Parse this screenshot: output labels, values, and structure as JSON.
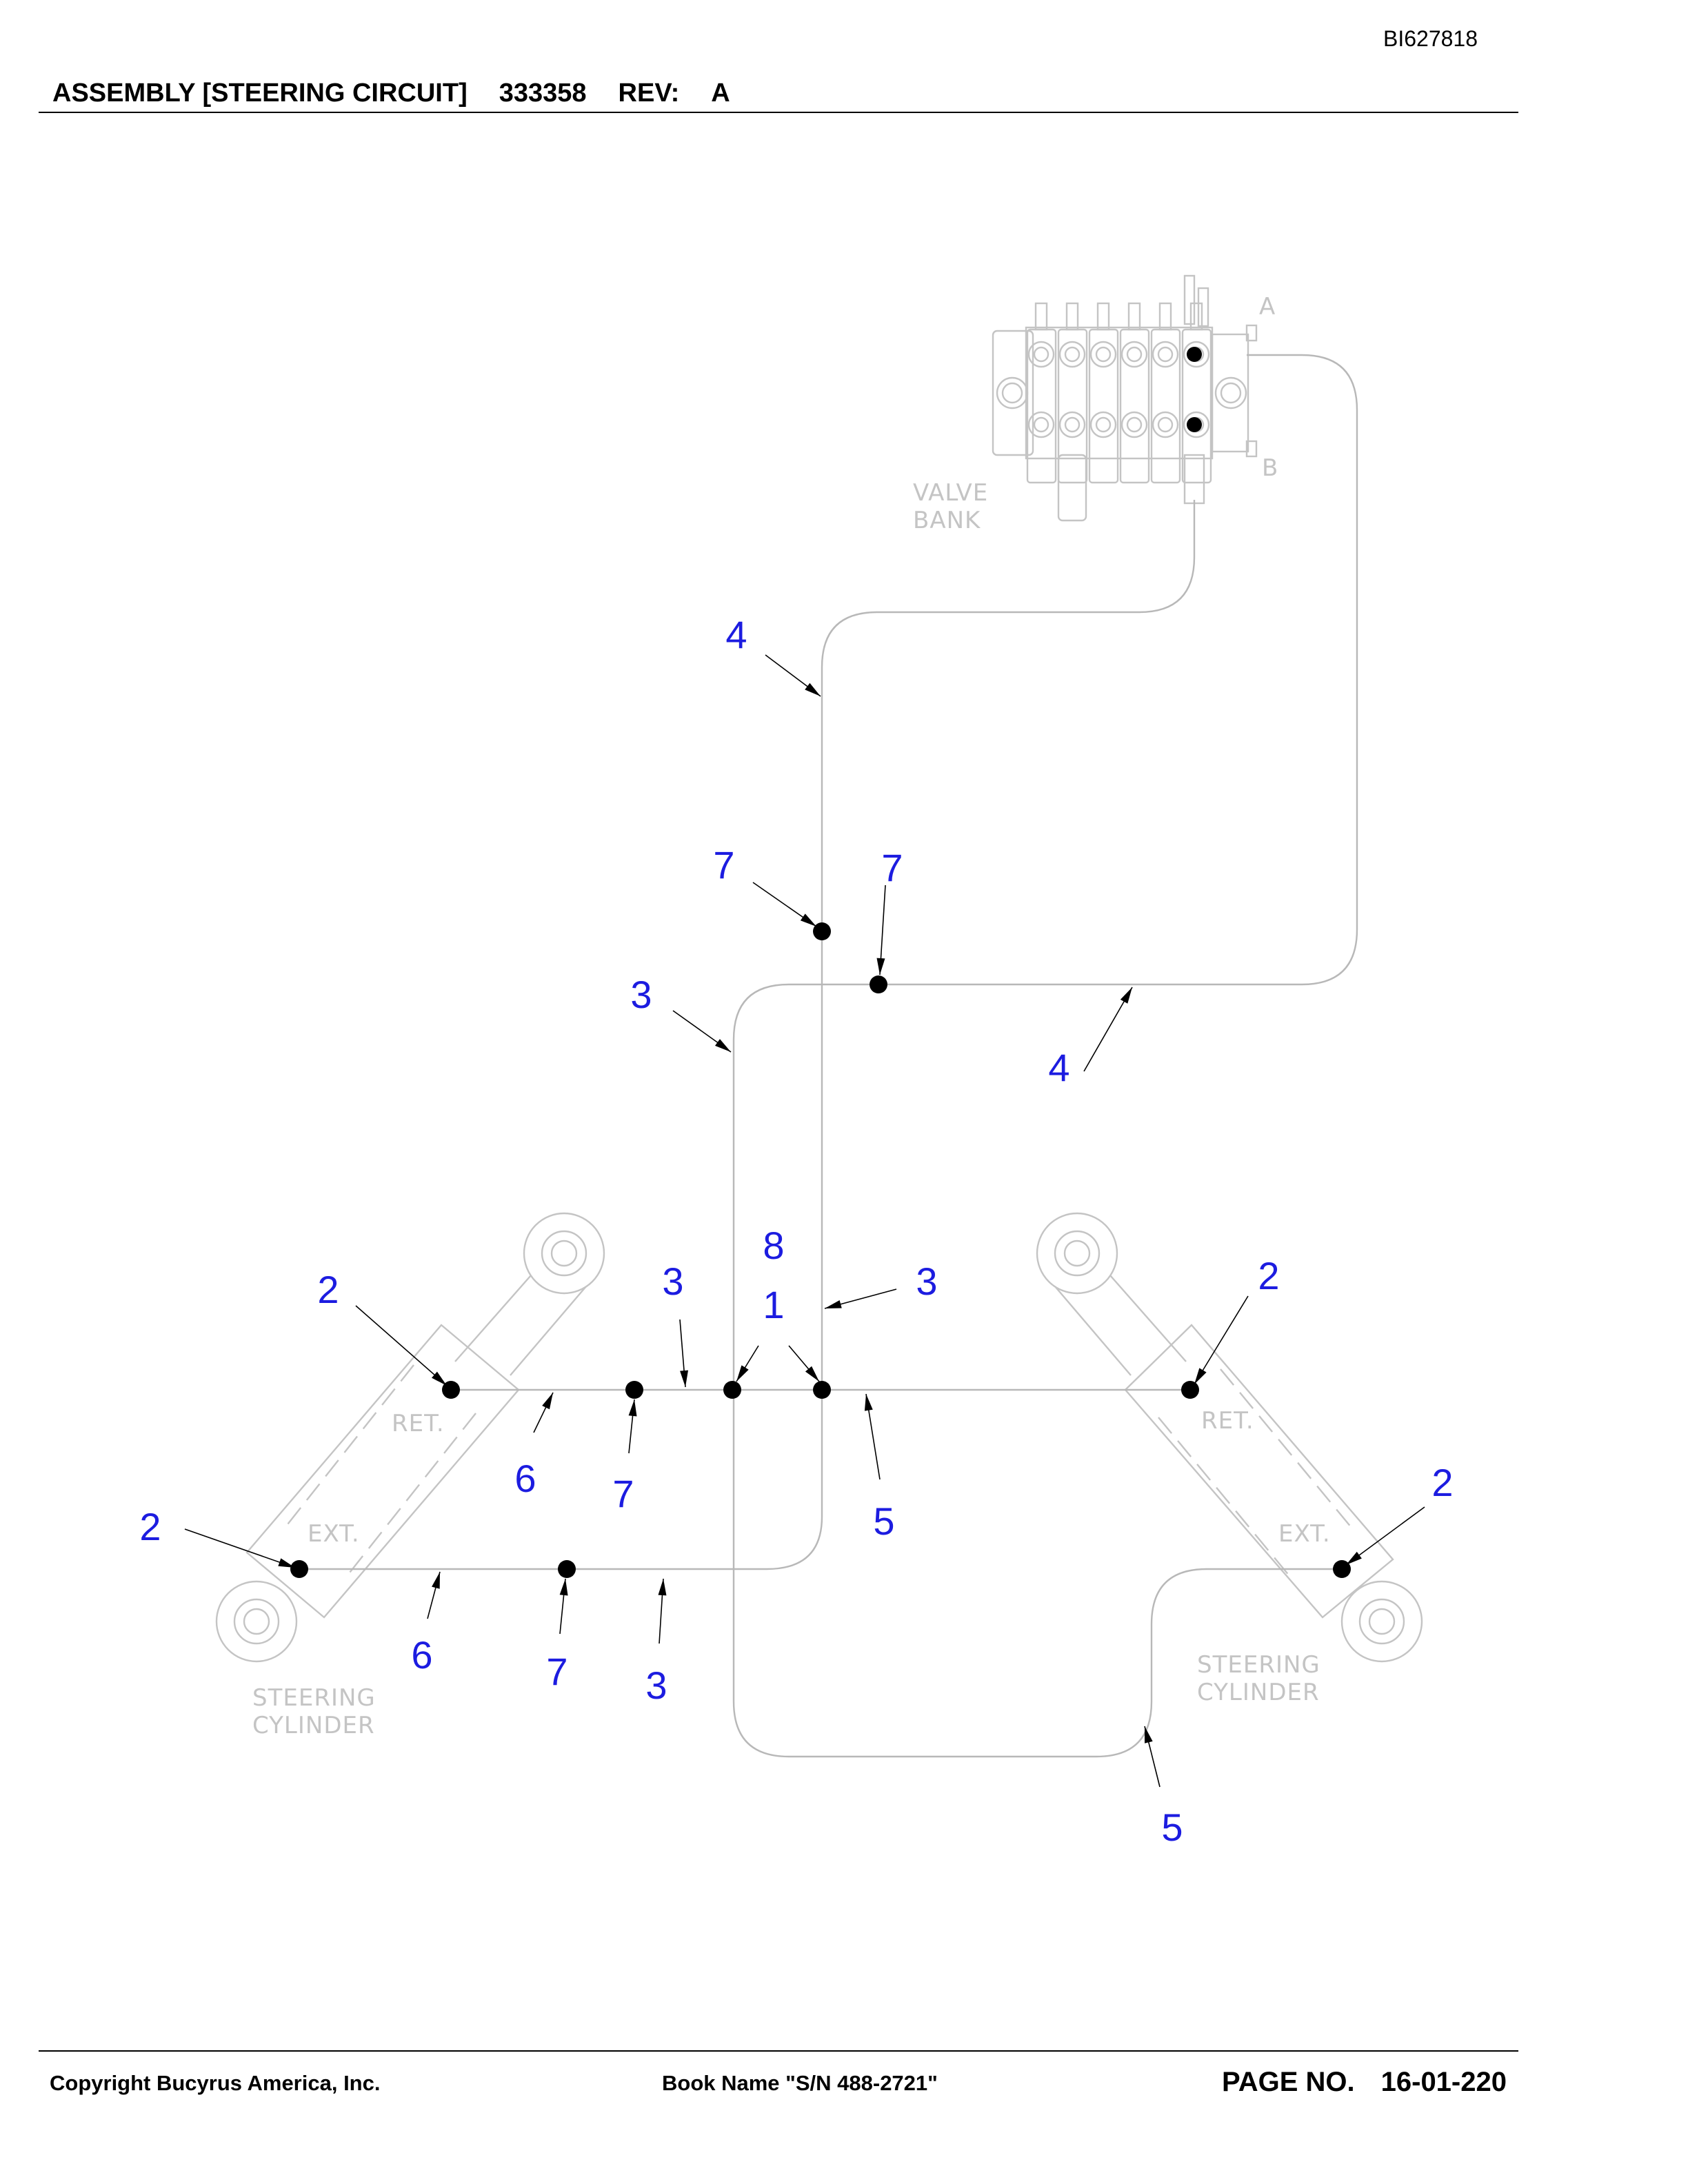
{
  "document_id": "BI627818",
  "header": {
    "assembly": "ASSEMBLY [STEERING CIRCUIT]",
    "part_number": "333358",
    "rev_label": "REV:",
    "rev_value": "A"
  },
  "footer": {
    "copyright": "Copyright Bucyrus America, Inc.",
    "book_name": "Book Name \"S/N 488-2721\"",
    "page_label": "PAGE NO.",
    "page_number": "16-01-220"
  },
  "diagram": {
    "component_labels": {
      "valve_bank": [
        "VALVE",
        "BANK"
      ],
      "port_a": "A",
      "port_b": "B",
      "ret": "RET.",
      "ext": "EXT.",
      "steering_cylinder": [
        "STEERING",
        "CYLINDER"
      ]
    },
    "callouts": [
      {
        "id": "c1",
        "text": "4"
      },
      {
        "id": "c2",
        "text": "7"
      },
      {
        "id": "c3",
        "text": "7"
      },
      {
        "id": "c4",
        "text": "3"
      },
      {
        "id": "c5",
        "text": "4"
      },
      {
        "id": "c6",
        "text": "8"
      },
      {
        "id": "c7",
        "text": "1"
      },
      {
        "id": "c8",
        "text": "3"
      },
      {
        "id": "c9",
        "text": "3"
      },
      {
        "id": "c10",
        "text": "2"
      },
      {
        "id": "c11",
        "text": "2"
      },
      {
        "id": "c12",
        "text": "2"
      },
      {
        "id": "c13",
        "text": "2"
      },
      {
        "id": "c14",
        "text": "6"
      },
      {
        "id": "c15",
        "text": "7"
      },
      {
        "id": "c16",
        "text": "5"
      },
      {
        "id": "c17",
        "text": "6"
      },
      {
        "id": "c18",
        "text": "7"
      },
      {
        "id": "c19",
        "text": "3"
      },
      {
        "id": "c20",
        "text": "5"
      }
    ],
    "colors": {
      "callout": "#1c1ce0",
      "pipe": "#b8b8b8",
      "ghost": "#c4c4c4"
    }
  }
}
